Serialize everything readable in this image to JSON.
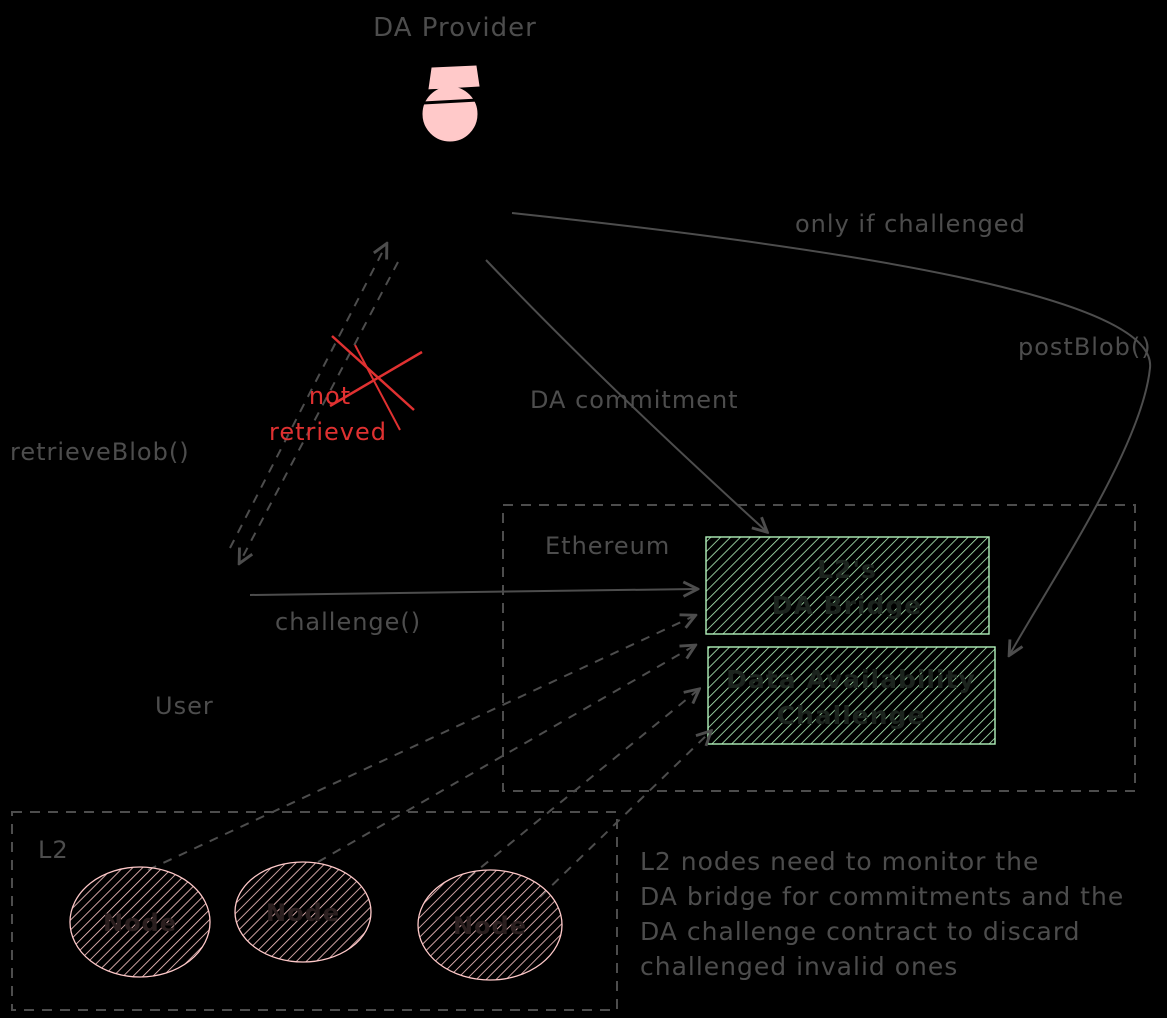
{
  "diagram": {
    "labels": {
      "da_provider": "DA Provider",
      "only_if_challenged": "only if challenged",
      "post_blob": "postBlob()",
      "da_commitment": "DA commitment",
      "retrieve_blob": "retrieveBlob()",
      "not_retrieved_line1": "not",
      "not_retrieved_line2": "retrieved",
      "challenge": "challenge()",
      "user": "User",
      "ethereum": "Ethereum",
      "l2": "L2"
    },
    "boxes": {
      "da_bridge": {
        "line1": "L2's",
        "line2": "DA Bridge"
      },
      "da_challenge": {
        "line1": "Data Availability",
        "line2": "Challenge"
      }
    },
    "nodes": [
      "Node",
      "Node",
      "Node"
    ],
    "note": {
      "lines": [
        "L2 nodes need to monitor the",
        "DA bridge for commitments and the",
        "DA challenge contract to discard",
        "challenged invalid ones"
      ]
    },
    "colors": {
      "background": "#000000",
      "stroke": "#4d4d4d",
      "red": "#e03131",
      "pink": "#ffc9c9",
      "green": "#b2f2bb",
      "box_text": "#1c241e"
    }
  }
}
